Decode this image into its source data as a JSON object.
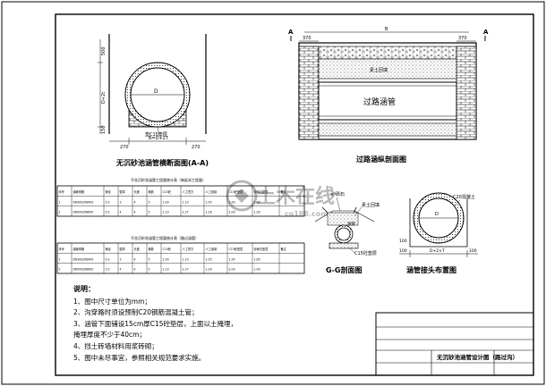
{
  "sections": {
    "cross_title": "无沉砂池涵管横断面图(A-A)",
    "long_title": "过路涵纵剖面图",
    "gg_title": "G-G剖面图",
    "joint_title": "涵管接头布置图"
  },
  "labels": {
    "pipe_center": "D",
    "bed_label": "垫C15垫层",
    "dim_bottom_center": "B=D+2T",
    "dim_left": "270",
    "dim_right": "270",
    "dim_side_top": "500",
    "dim_side_mid": "D+2t",
    "dim_side_bottom": "150",
    "section_a_left": "A",
    "section_a_right": "A",
    "long_top_dim": "B",
    "long_left_dim": "370",
    "long_right_dim": "370",
    "road_fill": "素土回填",
    "pipe_label": "过路涵管",
    "gg_fill_top": "砂砾石",
    "gg_fill_mid": "素土回填",
    "gg_bed": "C15砼垫层",
    "gg_pipe": "涵管",
    "joint_concrete": "C20混凝土",
    "joint_d": "D",
    "joint_dim_left": "100",
    "joint_dim_mid": "D+2×T",
    "joint_dim_right": "100",
    "joint_dim_low": "100"
  },
  "table1": {
    "title": "不含沉砂池涵管工程量统计表（每延米工程量）",
    "headers": [
      "序号",
      "涵管规格",
      "管径",
      "壁厚",
      "长度",
      "管数",
      "C15砼",
      "人工挖方",
      "人工回填",
      "C15砼垫层",
      "砂砾石垫层",
      "备注"
    ],
    "rows": [
      [
        "1",
        "DN300/DN400",
        "0.3",
        "3",
        "4",
        "5",
        "1.00",
        "1.10",
        "1.05",
        "1.95",
        "1.85",
        ""
      ],
      [
        "2",
        "DN500/DN600",
        "0.5",
        "4",
        "4",
        "5",
        "1.10",
        "2.37",
        "1.26",
        "2.00",
        "1.90",
        ""
      ]
    ]
  },
  "table2": {
    "title": "不含沉砂池涵管工程量统计表（路过涵管）",
    "headers": [
      "序号",
      "涵管规格",
      "管径",
      "壁厚",
      "长度",
      "管数",
      "C15砼",
      "人工挖方",
      "人工回填",
      "C15砼垫层",
      "砂砾石垫层",
      "备注"
    ],
    "rows": [
      [
        "1",
        "DN300/DN400",
        "0.3",
        "3",
        "4",
        "5",
        "1.00",
        "1.10",
        "1.05",
        "1.95",
        "1.85",
        ""
      ],
      [
        "2",
        "DN500/DN600",
        "0.5",
        "4",
        "4",
        "5",
        "1.10",
        "2.37",
        "1.26",
        "2.00",
        "1.90",
        ""
      ]
    ]
  },
  "notes": {
    "title": "说明：",
    "items": [
      "1、图中尺寸单位为mm；",
      "2、沟穿路时须设预制C20钢筋混凝土管；",
      "3、涵管下面铺设15cm厚C15砼垫层，上面以土掩埋，",
      "   掩埋厚度不少于40cm；",
      "4、挡土砖墙材料用浆砖砌；",
      "5、图中未尽事宜，参照相关规范要求实施。"
    ]
  },
  "title_block": {
    "drawing_name": "无沉砂池涵管设计图（路过沟）"
  },
  "watermark": {
    "main": "土木在线",
    "sub": "co188.com"
  }
}
